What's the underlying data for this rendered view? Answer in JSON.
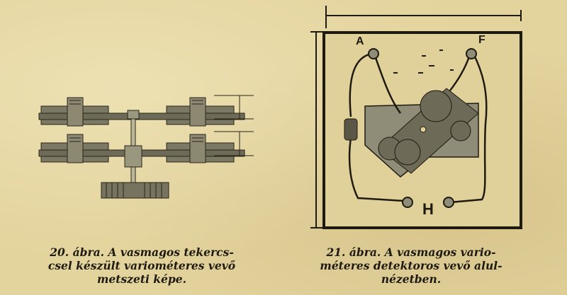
{
  "figure20": {
    "caption_lines": [
      "20. ábra. A vasmagos tekercs-",
      "csel készült variométeres vevő",
      "metszeti képe."
    ]
  },
  "figure21": {
    "labels": {
      "a": "A",
      "f": "F",
      "h": "H"
    },
    "caption_lines": [
      "21. ábra. A vasmagos vario-",
      "méteres detektoros vevő alul-",
      "nézetben."
    ]
  }
}
